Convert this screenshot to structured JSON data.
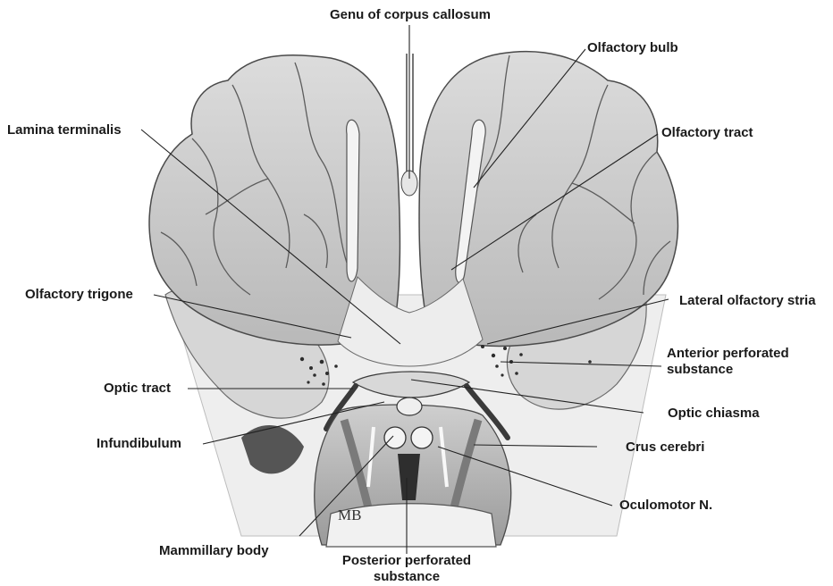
{
  "labels": {
    "genu": "Genu of corpus callosum",
    "olfactory_bulb": "Olfactory bulb",
    "lamina_terminalis": "Lamina terminalis",
    "olfactory_tract": "Olfactory tract",
    "olfactory_trigone": "Olfactory trigone",
    "lateral_olfactory_stria": "Lateral olfactory stria",
    "anterior_perforated_1": "Anterior perforated",
    "anterior_perforated_2": "substance",
    "optic_tract": "Optic tract",
    "optic_chiasma": "Optic chiasma",
    "infundibulum": "Infundibulum",
    "crus_cerebri": "Crus cerebri",
    "oculomotor": "Oculomotor N.",
    "mammillary_body": "Mammillary body",
    "posterior_perforated_1": "Posterior perforated",
    "posterior_perforated_2": "substance"
  },
  "signature": "MB",
  "colors": {
    "ink": "#1a1a1a",
    "brain_light": "#ececec",
    "brain_mid": "#c8c8c8",
    "brain_dark": "#8a8a8a",
    "leader": "#222222"
  }
}
